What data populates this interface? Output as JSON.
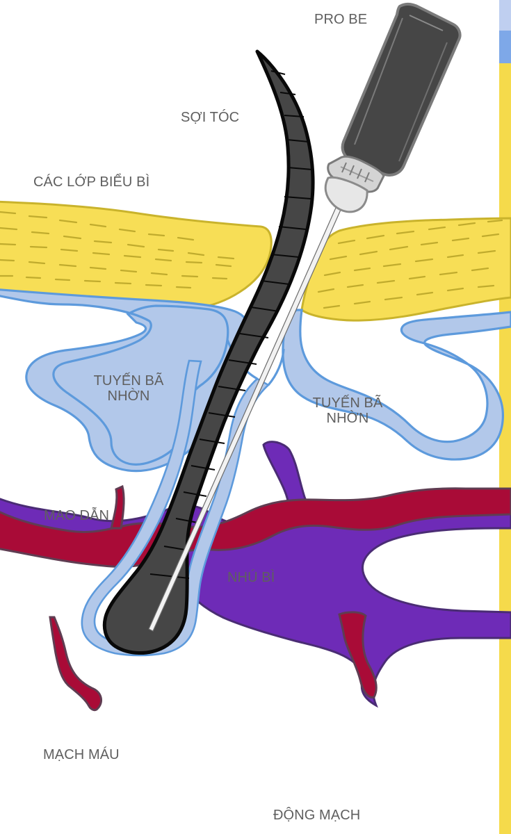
{
  "labels": {
    "probe": "PRO BE",
    "hair": "SỢI TÓC",
    "epidermis": "CÁC LỚP BIỂU BÌ",
    "sebaceous_left": "TUYẾN BÃ NHỜN",
    "sebaceous_right": "TUYẾN BÃ NHỜN",
    "capillary": "MAO DẪN",
    "papilla": "NHÚ BÌ",
    "blood_vessel": "MẠCH MÁU",
    "artery": "ĐỘNG MẠCH"
  },
  "colors": {
    "epidermis_fill": "#f7de56",
    "epidermis_stroke": "#c9b32c",
    "epidermis_dash": "#bea92b",
    "gland_fill": "#b2c8ea",
    "gland_stroke": "#5d9adc",
    "hair_fill": "#464646",
    "hair_stroke": "#090909",
    "probe_fill": "#464646",
    "probe_stroke": "#7b7b7b",
    "probe_tip": "#d4d4d4",
    "vein_fill": "#6e2bb7",
    "vein_stroke": "#4a2c74",
    "artery_fill": "#a90b37",
    "artery_stroke": "#5f3d52",
    "label_text": "#5f5f5f",
    "right_bar": "#f5da4b",
    "right_bar_top": "#bfcff0",
    "right_bar_mid": "#7ea8e8"
  },
  "icons": {
    "probe": "probe-icon",
    "hair": "hair-icon",
    "vessel": "vessel-icon"
  }
}
